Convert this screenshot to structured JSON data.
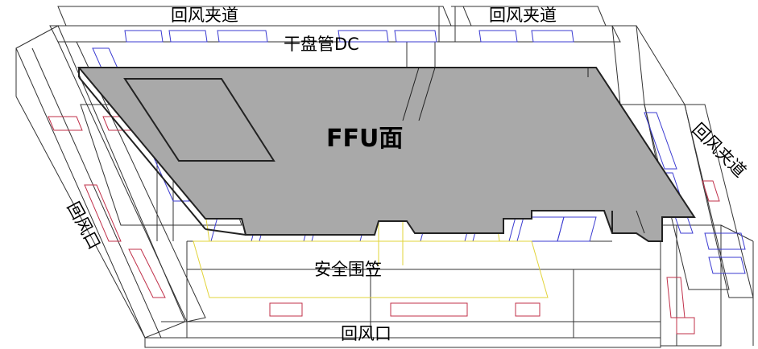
{
  "labels": {
    "return_air_plenum_top_left": "回风夹道",
    "return_air_plenum_top_right": "回风夹道",
    "dry_coil": "干盘管DC",
    "ffu_surface": "FFU面",
    "return_air_plenum_right": "回风夹道",
    "return_air_outlet_left": "回风口",
    "safety_fence": "安全围笠",
    "return_air_outlet_bottom": "回风口"
  },
  "colors": {
    "outline": "#333333",
    "coil_blue": "#3b3bd1",
    "outlet_red": "#c0304a",
    "fence_yellow": "#e2d43a",
    "ffu_fill": "#a9a9a9",
    "ffu_edge": "#222222"
  }
}
